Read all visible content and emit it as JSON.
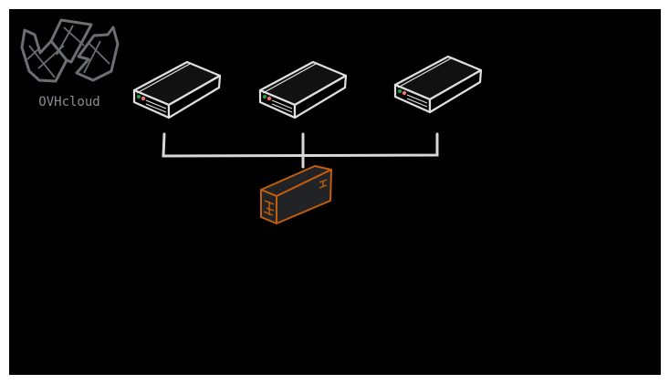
{
  "logo": {
    "text": "OVHcloud",
    "color": "#6b6e73"
  },
  "diagram": {
    "nodes": [
      {
        "id": "server-1",
        "type": "server"
      },
      {
        "id": "server-2",
        "type": "server"
      },
      {
        "id": "server-3",
        "type": "server"
      },
      {
        "id": "firewall",
        "type": "firewall"
      }
    ],
    "edges": [
      {
        "from": "server-1",
        "to": "firewall"
      },
      {
        "from": "server-2",
        "to": "firewall"
      },
      {
        "from": "server-3",
        "to": "firewall"
      }
    ]
  },
  "colors": {
    "background": "#000000",
    "server_stroke": "#e0e0e0",
    "firewall_stroke": "#c45e0a",
    "firewall_fill": "#222326",
    "led_green": "#2e9a3a",
    "led_red": "#f07070",
    "connector": "#d8d8d8"
  }
}
